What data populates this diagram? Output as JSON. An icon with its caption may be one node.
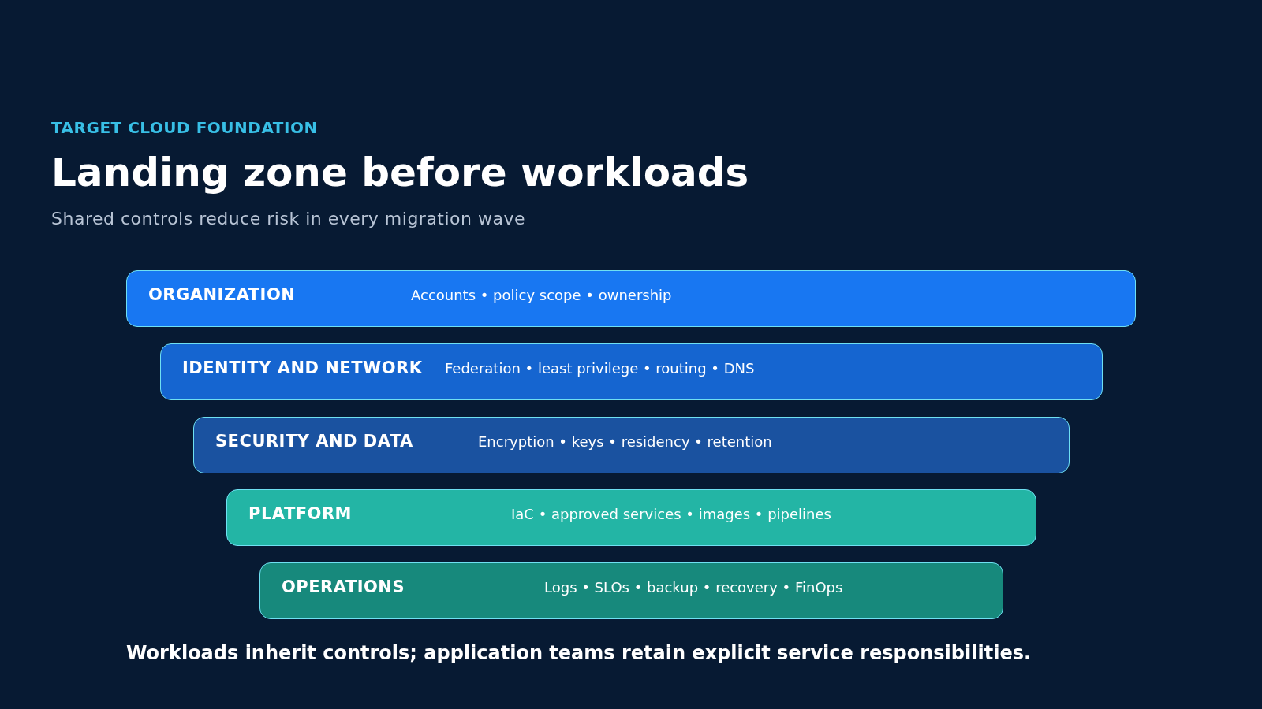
{
  "diagram": {
    "title": "Landing zone before workloads",
    "caption": "Workloads inherit controls; application teams retain explicit service responsibilities.",
    "labels": [
      "TARGET CLOUD FOUNDATION",
      "Shared controls reduce risk in every migration wave"
    ],
    "nodes": [
      {
        "text": [
          "ORGANIZATION",
          "Accounts • policy scope • ownership"
        ]
      },
      {
        "text": [
          "IDENTITY AND NETWORK",
          "Federation • least privilege • routing • DNS"
        ]
      },
      {
        "text": [
          "SECURITY AND DATA",
          "Encryption • keys • residency • retention"
        ]
      },
      {
        "text": [
          "PLATFORM",
          "IaC • approved services • images • pipelines"
        ]
      },
      {
        "text": [
          "OPERATIONS",
          "Logs • SLOs • backup • recovery • FinOps"
        ]
      }
    ],
    "edges": []
  }
}
